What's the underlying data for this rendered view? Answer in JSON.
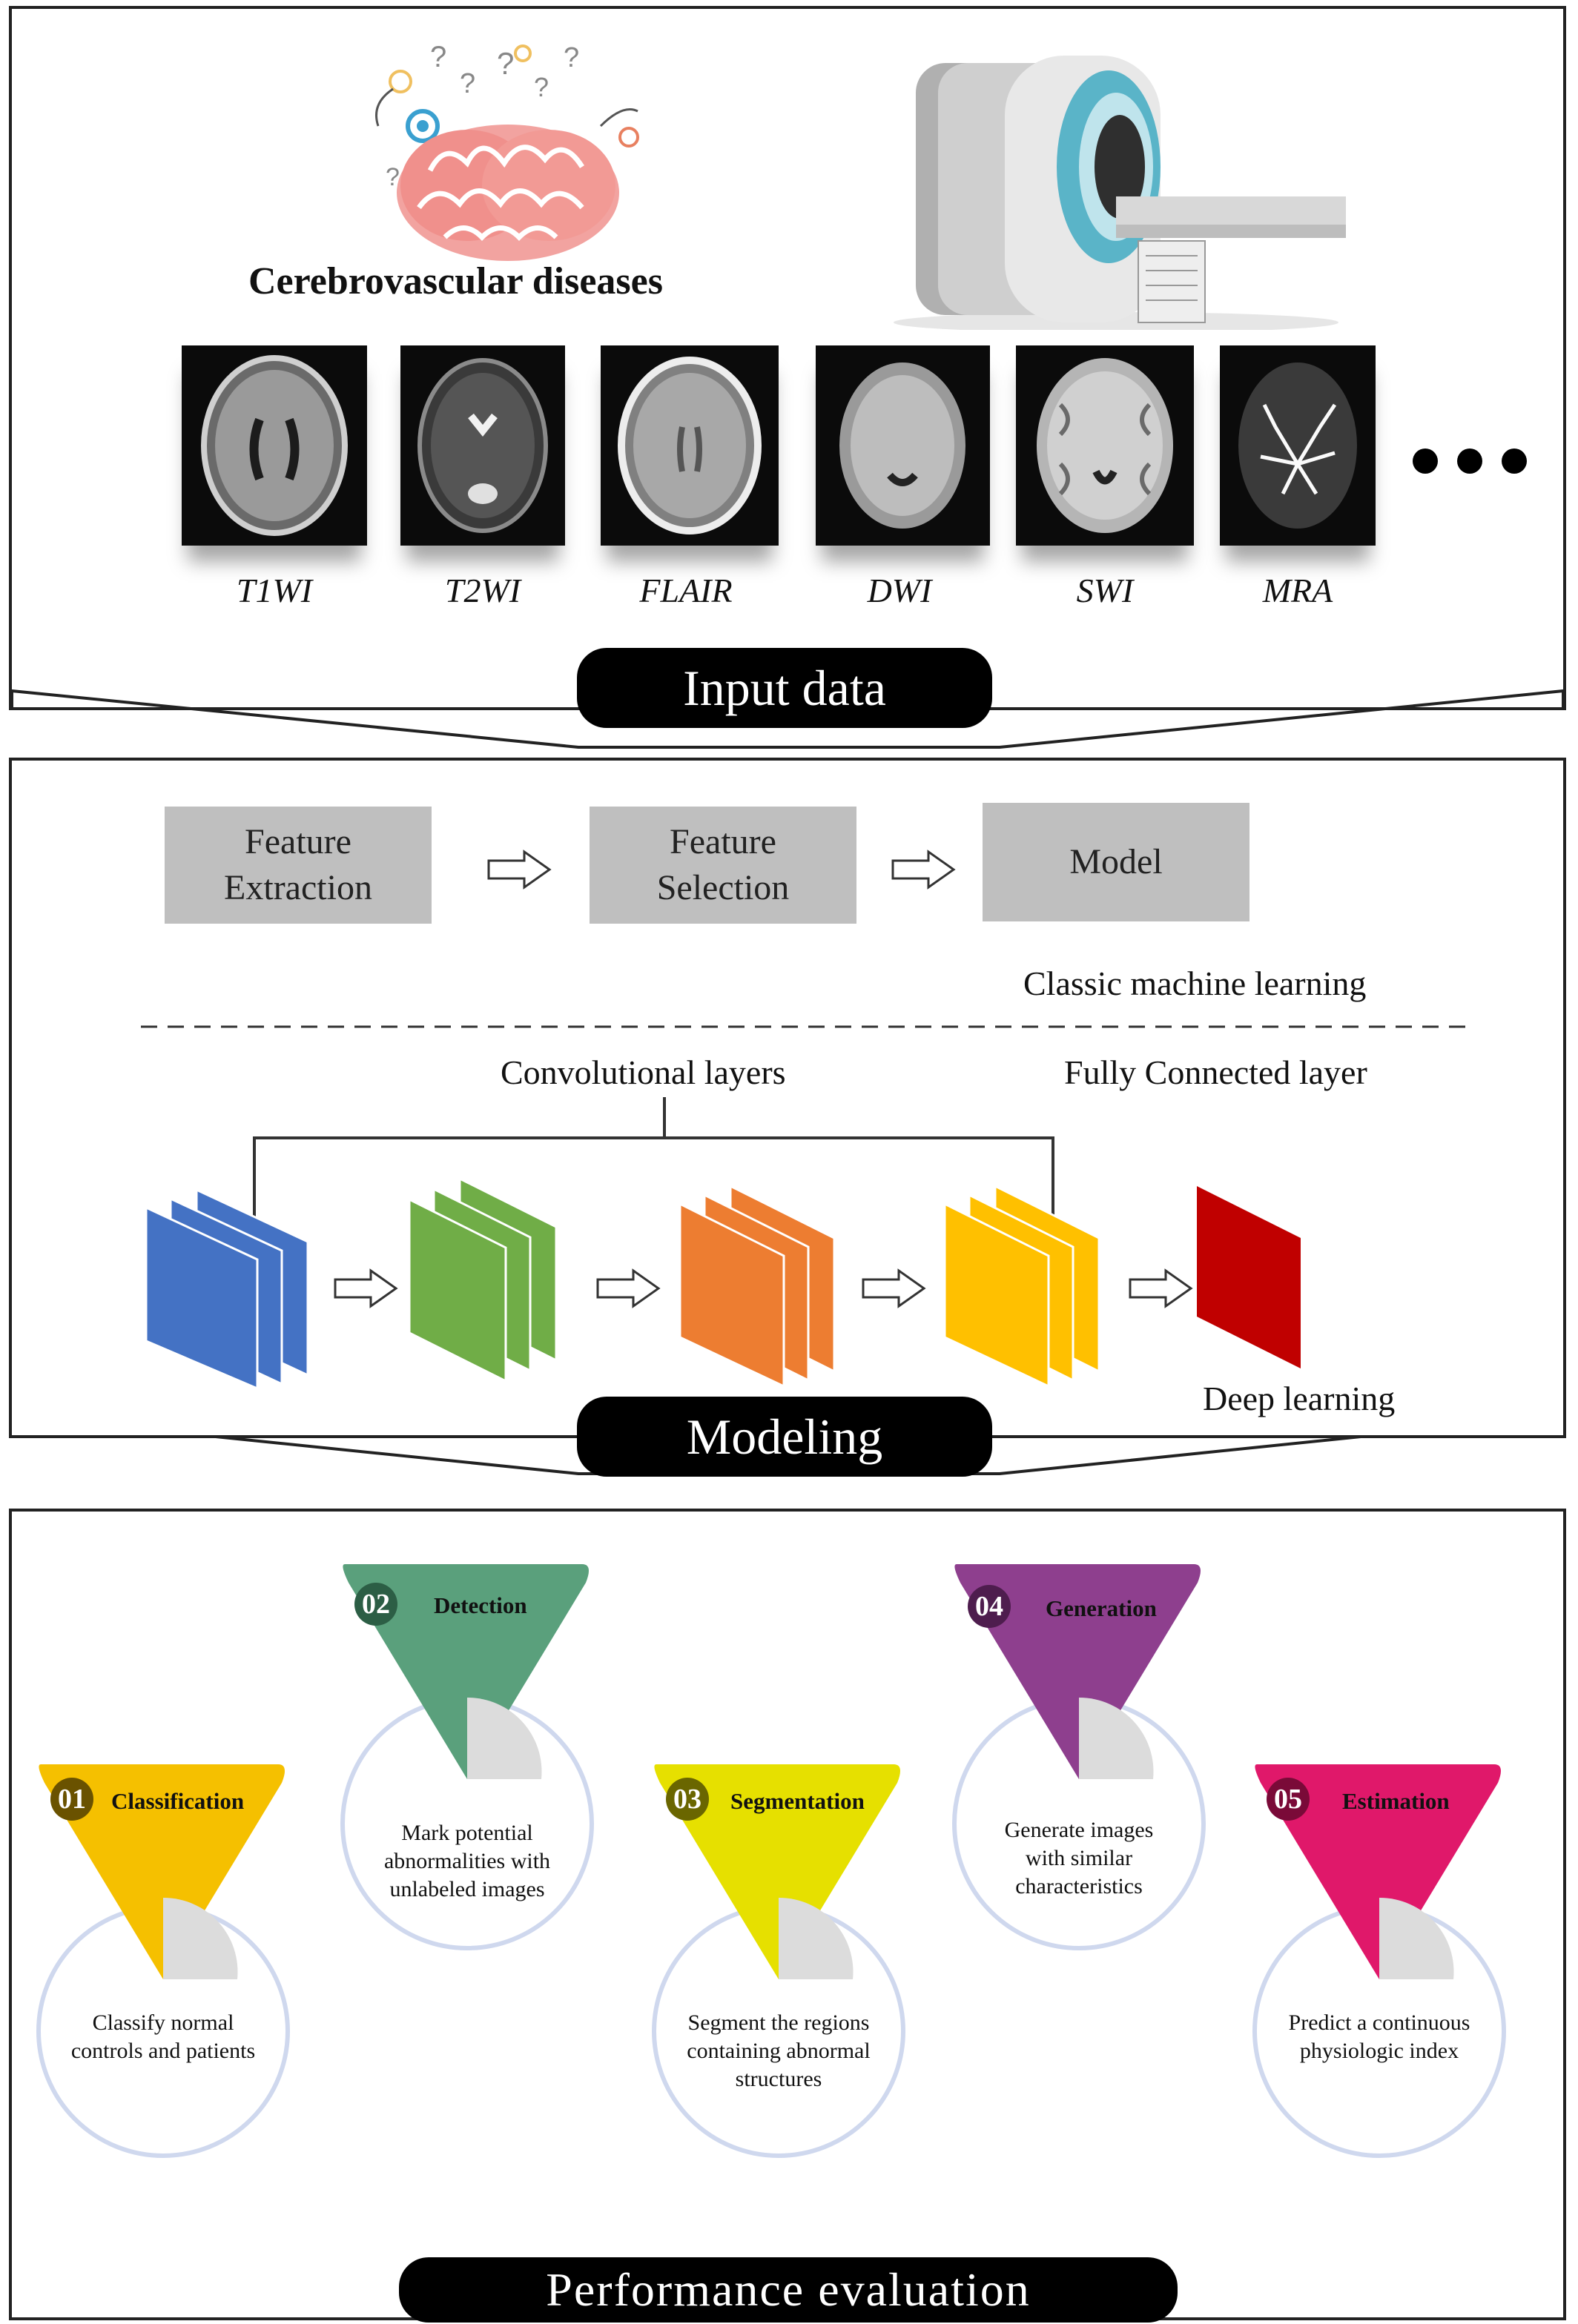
{
  "input_section": {
    "disease_label": "Cerebrovascular diseases",
    "modalities": [
      "T1WI",
      "T2WI",
      "FLAIR",
      "DWI",
      "SWI",
      "MRA"
    ],
    "pill_label": "Input data"
  },
  "modeling_section": {
    "classic_steps": [
      "Feature\nExtraction",
      "Feature\nSelection",
      "Model"
    ],
    "classic_label": "Classic machine learning",
    "conv_label": "Convolutional layers",
    "fc_label": "Fully Connected layer",
    "deep_label": "Deep learning",
    "pill_label": "Modeling",
    "layer_colors": [
      "#4472c4",
      "#70ad47",
      "#ed7d31",
      "#ffc000",
      "#c00000"
    ]
  },
  "evaluation_section": {
    "pill_label": "Performance evaluation",
    "tasks": [
      {
        "num": "01",
        "title": "Classification",
        "text": "Classify normal\ncontrols and patients",
        "color": "#f5c000"
      },
      {
        "num": "02",
        "title": "Detection",
        "text": "Mark potential\nabnormalities with\nunlabeled images",
        "color": "#5aa07c"
      },
      {
        "num": "03",
        "title": "Segmentation",
        "text": "Segment the regions\ncontaining abnormal\nstructures",
        "color": "#e6e000"
      },
      {
        "num": "04",
        "title": "Generation",
        "text": "Generate images\nwith similar\ncharacteristics",
        "color": "#8e3f8e"
      },
      {
        "num": "05",
        "title": "Estimation",
        "text": "Predict a continuous\nphysiologic index",
        "color": "#e0186a"
      }
    ]
  }
}
